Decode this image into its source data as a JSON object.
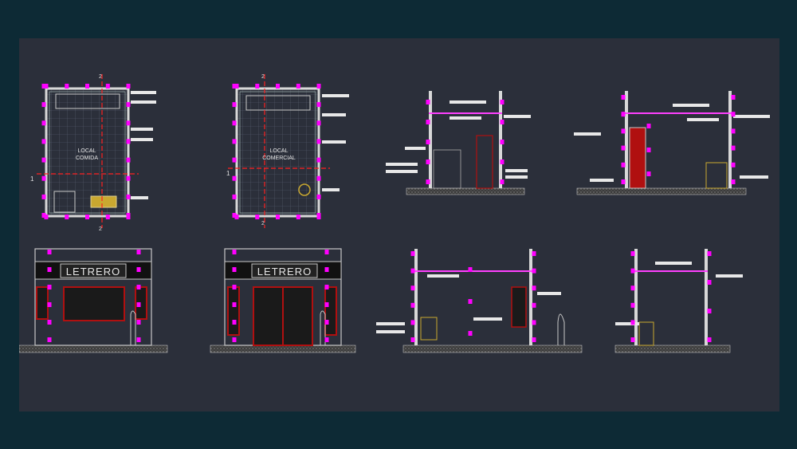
{
  "drawing": {
    "plan_food_label_line1": "LOCAL",
    "plan_food_label_line2": "COMIDA",
    "plan_retail_label_line1": "LOCAL",
    "plan_retail_label_line2": "COMERCIAL",
    "sign_text": "LETRERO",
    "section_mark_1": "1",
    "section_mark_2": "2"
  },
  "colors": {
    "frame": "#0d2a35",
    "canvas": "#2b2f3a",
    "lines": "#d8d8d8",
    "annotation_markers": "#ff00ff",
    "section_lines": "#ff2020",
    "wall_hatch": "#5a5a5a",
    "door_red": "#b01010"
  }
}
